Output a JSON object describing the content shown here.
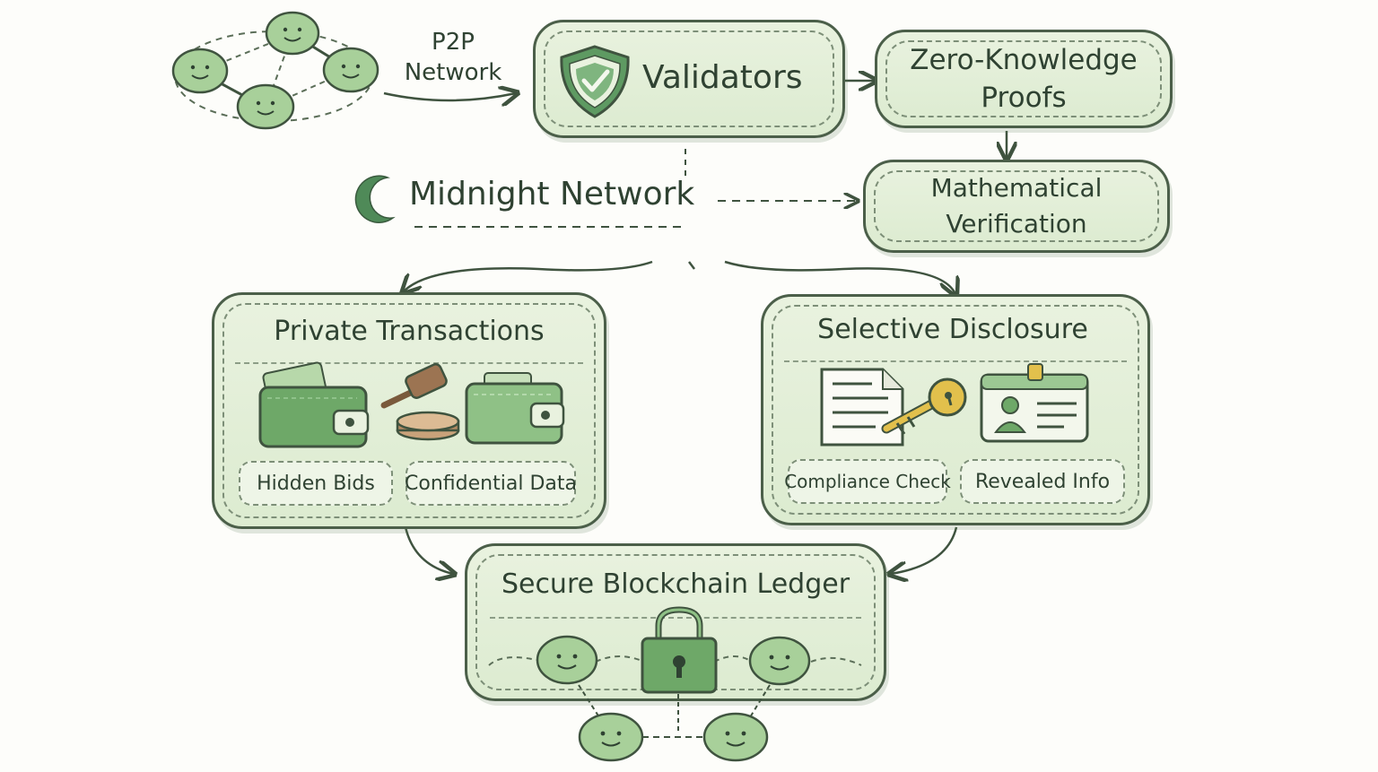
{
  "p2p": {
    "line1": "P2P",
    "line2": "Network"
  },
  "validators": {
    "label": "Validators"
  },
  "zkp": {
    "line1": "Zero-Knowledge",
    "line2": "Proofs"
  },
  "math": {
    "line1": "Mathematical",
    "line2": "Verification"
  },
  "midnight": {
    "label": "Midnight Network"
  },
  "private_tx": {
    "title": "Private Transactions",
    "chips": [
      "Hidden Bids",
      "Confidential Data"
    ]
  },
  "selective": {
    "title": "Selective Disclosure",
    "chips": [
      "Compliance Check",
      "Revealed Info"
    ]
  },
  "ledger": {
    "title": "Secure Blockchain Ledger"
  },
  "colors": {
    "fill": "#dcebd0",
    "stroke": "#4b5f49",
    "accent": "#5e9a62",
    "gold": "#e2c04c"
  }
}
